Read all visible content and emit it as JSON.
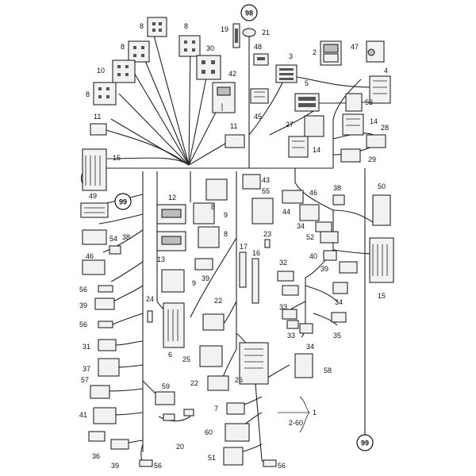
{
  "callouts": {
    "top": "98",
    "left_mid": "99",
    "bottom_right": "99"
  },
  "labels": {
    "p1": "1",
    "p2": "2",
    "p3": "3",
    "p4": "4",
    "p5": "5",
    "p6": "6",
    "p7": "7",
    "p8a": "8",
    "p8b": "8",
    "p8c": "8",
    "p8d": "8",
    "p8e": "8",
    "p8f": "8",
    "p9a": "9",
    "p9b": "9",
    "p10": "10",
    "p11a": "11",
    "p11b": "11",
    "p12": "12",
    "p13": "13",
    "p14a": "14",
    "p14b": "14",
    "p15a": "15",
    "p15b": "15",
    "p16": "16",
    "p17": "17",
    "p19": "19",
    "p20": "20",
    "p21": "21",
    "p22a": "22",
    "p22b": "22",
    "p23": "23",
    "p24": "24",
    "p25": "25",
    "p26": "26",
    "p27": "27",
    "p28": "28",
    "p29": "29",
    "p30": "30",
    "p31": "31",
    "p32": "32",
    "p33a": "33",
    "p33b": "33",
    "p34a": "34",
    "p34b": "34",
    "p34c": "34",
    "p35": "35",
    "p36": "36",
    "p37": "37",
    "p38a": "38",
    "p38b": "38",
    "p39a": "39",
    "p39b": "39",
    "p39c": "39",
    "p39d": "39",
    "p40": "40",
    "p41": "41",
    "p42": "42",
    "p43": "43",
    "p44": "44",
    "p45": "45",
    "p46a": "46",
    "p46b": "46",
    "p47": "47",
    "p48": "48",
    "p49": "49",
    "p50": "50",
    "p51": "51",
    "p52": "52",
    "p53": "53",
    "p54": "54",
    "p55": "55",
    "p56a": "56",
    "p56b": "56",
    "p56c": "56",
    "p56d": "56",
    "p57": "57",
    "p58": "58",
    "p59": "59",
    "p60": "60",
    "range": "2-60"
  }
}
